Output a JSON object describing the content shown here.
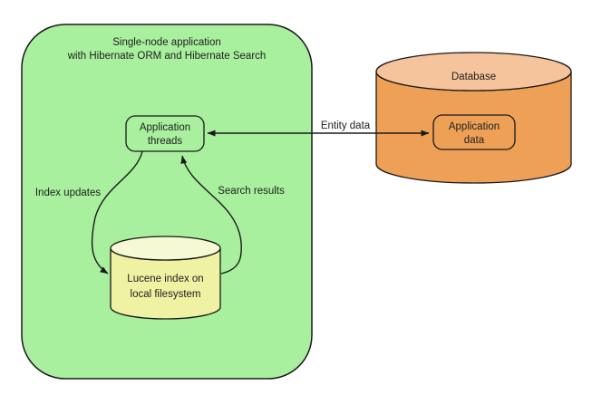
{
  "diagram": {
    "type": "architecture-diagram",
    "background": "#ffffff"
  },
  "colors": {
    "app_fill": "#a8f09e",
    "lucene_body": "#eff1a3",
    "lucene_top": "#f6fad4",
    "db_body": "#eea057",
    "db_top": "#f5c49c",
    "stroke": "#1a1a1a",
    "text": "#212121"
  },
  "container": {
    "title_lines": [
      "Single-node application",
      "with Hibernate ORM and Hibernate Search"
    ]
  },
  "nodes": {
    "application_threads": {
      "label_lines": [
        "Application",
        "threads"
      ]
    },
    "lucene_index": {
      "label_lines": [
        "Lucene index on",
        "local filesystem"
      ]
    },
    "database": {
      "label": "Database"
    },
    "application_data": {
      "label_lines": [
        "Application",
        "data"
      ]
    }
  },
  "edges": {
    "entity_data": {
      "label": "Entity data",
      "direction": "bidirectional"
    },
    "index_updates": {
      "label": "Index updates",
      "from": "application_threads",
      "to": "lucene_index"
    },
    "search_results": {
      "label": "Search results",
      "from": "lucene_index",
      "to": "application_threads"
    }
  }
}
